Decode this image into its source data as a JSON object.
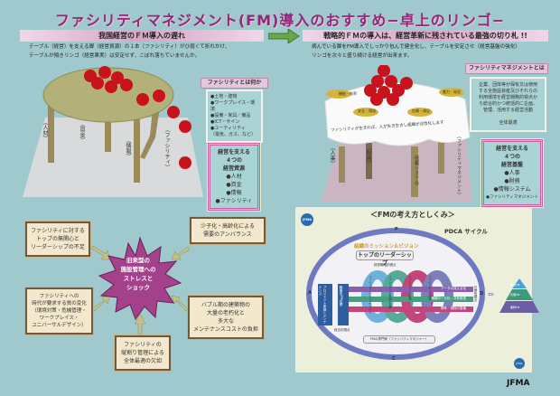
{
  "title": "ファシリティマネジメント(FM)導入のおすすめ−卓上のリンゴ−",
  "left": {
    "header": "我国経営のＦＭ導入の遅れ",
    "desc": [
      "テーブル（経営）を支える脚（経営資源）の１本（ファシリティ）がひ弱くて折れかけ、",
      "テーブルが傾きリンゴ（経営果実）は安定せず、こぼれ落ちていませんか。"
    ],
    "legs": [
      "（人材）",
      "（資金）",
      "（情報）",
      "（ファシリティ）"
    ],
    "facility_label": "ファシリティとは何か",
    "facility_items": [
      "●土地・建物",
      "●ワークプレイス・環境",
      "●設備・家具／備品",
      "●ICT・サイン",
      "●ユーティリティ",
      "（電気、ガス、など）"
    ],
    "resources_title": [
      "経営を支える",
      "４つの",
      "経営資源"
    ],
    "resources": [
      "●人材",
      "●資金",
      "●情報",
      "●ファシリティ"
    ]
  },
  "arrow_icon": "right-arrow",
  "right": {
    "header": "戦略的ＦＭの導入は、経営革新に残されている最強の切り札 !!",
    "desc": [
      "病んでいる脚をFM導入でしっかり包んで健全化し、テーブルを安定させ（経営基盤の強化）",
      "リンゴを次々と盛り続ける経営が出来ます。"
    ],
    "plates": [
      "機能・効率",
      "魅力・発見",
      "安全・環境",
      "信頼・満足"
    ],
    "cloth_text": "ファシリティが生きれば、人が生き生きし組織が活性化します",
    "legs": [
      "（人事）",
      "（財務）",
      "（情報システム）",
      "（ファシリティマネジメント）"
    ],
    "fm_label": "ファシリティマネジメントとは",
    "fm_definition": "企業、団体等が保有又は使用する全施設資産及びそれらの利用環境を経営戦略的視点から総合的かつ統括的に企画、管理、活用する経営活動",
    "fm_result": "全体最適",
    "base_title": [
      "経営を支える",
      "４つの",
      "経営基盤"
    ],
    "base": [
      "●人事",
      "●財務",
      "●情報システム",
      "●ファシリティマネジメント"
    ]
  },
  "stress": {
    "center": [
      "旧来型の",
      "施設管理への",
      "ストレスと",
      "ショック"
    ],
    "causes": [
      [
        "ファシリティに対する",
        "トップの無関心と",
        "リーダーシップの不足"
      ],
      [
        "少子化・高齢化による",
        "需要のアンバランス"
      ],
      [
        "ファシリティへの",
        "時代が要求する質の変化",
        "（環境対策・危機管理・",
        "ワークプレイス・",
        "ユニバーサルデザイン）"
      ],
      [
        "バブル期の建築物の",
        "大量の老朽化と",
        "多大な",
        "メンテナンスコストの負担"
      ],
      [
        "ファシリティの",
        "縦割り管理による",
        "全体最適の欠如"
      ]
    ]
  },
  "fm_diagram": {
    "title": "＜FMの考え方としくみ＞",
    "pdca": "PDCA サイクル",
    "letters": [
      "P",
      "D",
      "C",
      "A"
    ],
    "mission": "組織のミッション＆ビジョン",
    "leadership": "トップのリーダーシップ",
    "strategic_view": "経営戦略的視点",
    "rings": [
      "ファシリティのライフサイクル",
      "ファシリティの供給と管理",
      "ファシリティの財務",
      "ファシリティの品質"
    ],
    "left_boxes": [
      "プロジェクト実施とメンテナンス",
      "戦略的FM目標"
    ],
    "bars": [
      "データの見える化",
      "情報の一元化・共有推進",
      "標準・規程の整備"
    ],
    "daily_view": "日常的視点",
    "total_view": "総合的視点",
    "expert": "FMの専門家（ファシリティマネジャー）",
    "pyramid": [
      "経営FM",
      "管理FM",
      "業務FM"
    ],
    "logo": "JFMA"
  },
  "footer_logo": "JFMA"
}
